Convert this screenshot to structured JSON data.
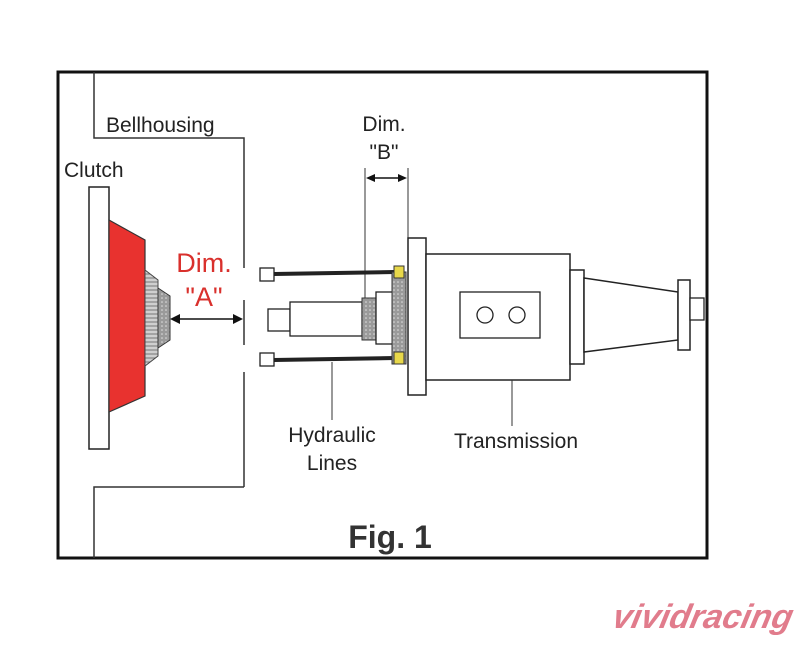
{
  "labels": {
    "bellhousing": "Bellhousing",
    "clutch": "Clutch",
    "dim_b_line1": "Dim.",
    "dim_b_line2": "\"B\"",
    "dim_a_line1": "Dim.",
    "dim_a_line2": "\"A\"",
    "hydraulic_line1": "Hydraulic",
    "hydraulic_line2": "Lines",
    "transmission": "Transmission",
    "fig_caption": "Fig. 1"
  },
  "watermark": {
    "text": "vividracing"
  },
  "colors": {
    "clutch_red": "#e8322f",
    "dim_a_red": "#d9302c",
    "bearing_gray": "#8a8a8a",
    "accent_yellow": "#e8d84a",
    "watermark_red": "#c8102e"
  }
}
